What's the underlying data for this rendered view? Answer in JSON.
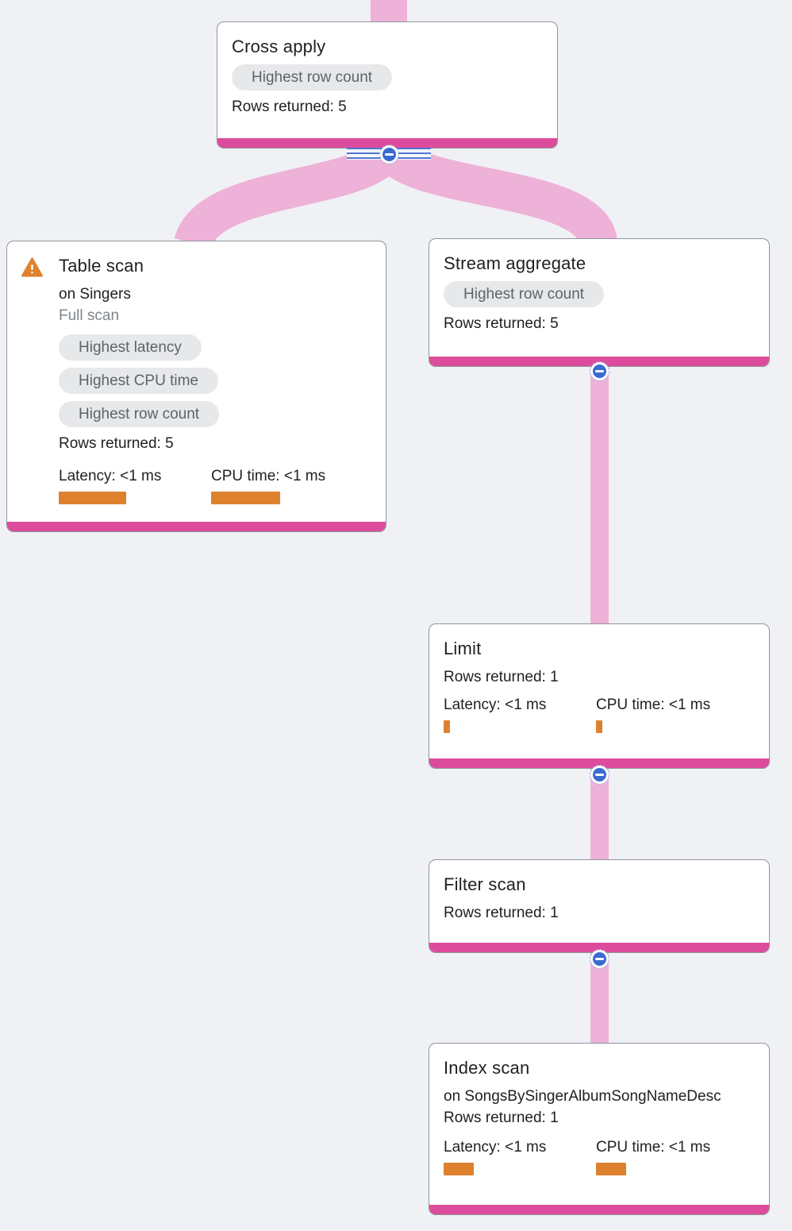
{
  "colors": {
    "edge_pink": "#eeb1d8",
    "node_accent_pink": "#dd4c9c",
    "collapse_blue": "#3b6ad1",
    "metric_bar_orange": "#dd812f",
    "warning_orange": "#e0812e",
    "badge_background": "#e7e8ea",
    "badge_text": "#5f6368"
  },
  "icons": {
    "collapse": "minus-circle-icon",
    "collapse_glyph": "−",
    "warning": "warning-triangle-icon",
    "warning_glyph": "⚠"
  },
  "nodes": {
    "cross_apply": {
      "title": "Cross apply",
      "badges": [
        "Highest row count"
      ],
      "rows": "Rows returned: 5"
    },
    "table_scan": {
      "title": "Table scan",
      "subtitle": "on Singers",
      "scan_type": "Full scan",
      "badges": [
        "Highest latency",
        "Highest CPU time",
        "Highest row count"
      ],
      "rows": "Rows returned: 5",
      "latency_label": "Latency: <1 ms",
      "cpu_label": "CPU time: <1 ms",
      "latency_bar_css": "width:85px",
      "cpu_bar_css": "width:87px"
    },
    "stream_aggregate": {
      "title": "Stream aggregate",
      "badges": [
        "Highest row count"
      ],
      "rows": "Rows returned: 5"
    },
    "limit": {
      "title": "Limit",
      "rows": "Rows returned: 1",
      "latency_label": "Latency: <1 ms",
      "cpu_label": "CPU time: <1 ms",
      "latency_bar_css": "width:8px",
      "cpu_bar_css": "width:8px"
    },
    "filter_scan": {
      "title": "Filter scan",
      "rows": "Rows returned: 1"
    },
    "index_scan": {
      "title": "Index scan",
      "subtitle": "on SongsBySingerAlbumSongNameDesc",
      "rows": "Rows returned: 1",
      "latency_label": "Latency: <1 ms",
      "cpu_label": "CPU time: <1 ms",
      "latency_bar_css": "width:38px",
      "cpu_bar_css": "width:38px"
    }
  }
}
